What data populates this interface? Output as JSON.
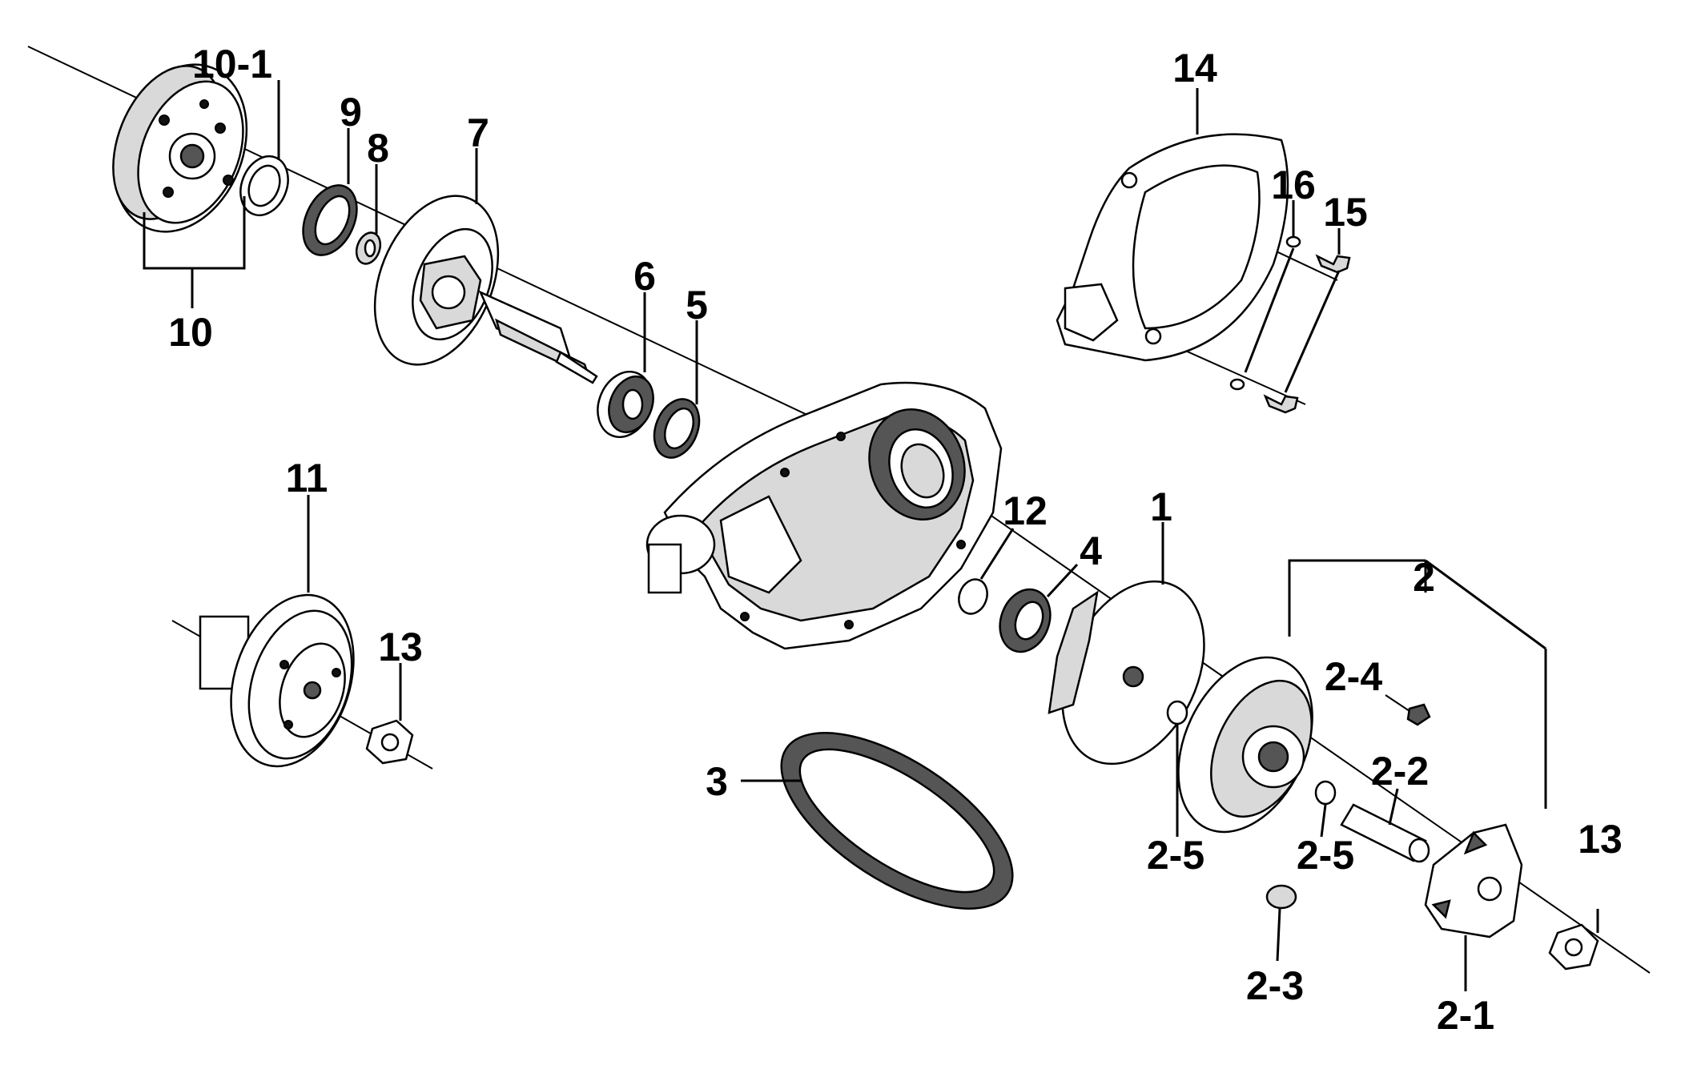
{
  "labels": {
    "p1": "1",
    "p2": "2",
    "p2_1": "2-1",
    "p2_2": "2-2",
    "p2_3": "2-3",
    "p2_4": "2-4",
    "p2_5a": "2-5",
    "p2_5b": "2-5",
    "p3": "3",
    "p4": "4",
    "p5": "5",
    "p6": "6",
    "p7": "7",
    "p8": "8",
    "p9": "9",
    "p10": "10",
    "p10_1": "10-1",
    "p11": "11",
    "p12": "12",
    "p13a": "13",
    "p13b": "13",
    "p14": "14",
    "p15": "15",
    "p16": "16"
  },
  "colors": {
    "ink": "#000000",
    "background": "#ffffff",
    "shade": "#d9d9d9"
  }
}
